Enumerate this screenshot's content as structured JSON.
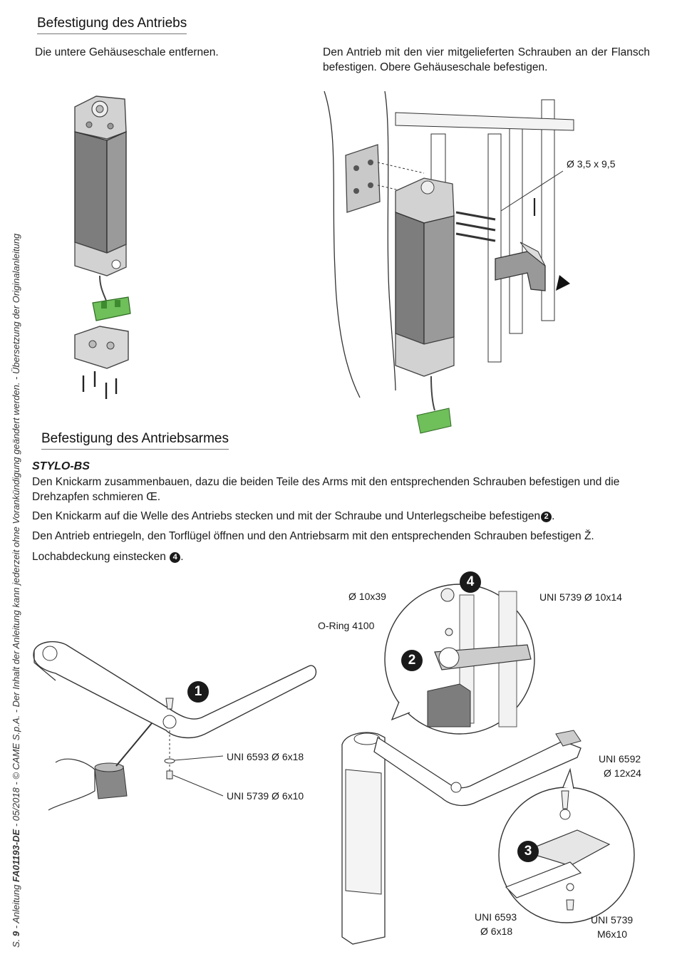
{
  "section1": {
    "title": "Befestigung des Antriebs",
    "left_text": "Die untere Gehäuseschale entfernen.",
    "right_text": "Den Antrieb mit den vier mitgelieferten Schrauben an der Flansch befestigen. Obere Gehäuseschale befestigen.",
    "screw_label": "Ø 3,5 x 9,5"
  },
  "section2": {
    "title": "Befestigung des Antriebsarmes",
    "model": "STYLO-BS",
    "para1": "Den Knickarm zusammenbauen, dazu die beiden Teile des Arms mit den entsprechenden Schrauben befestigen und die Drehzapfen schmieren Œ.",
    "para2": "Den Knickarm auf die Welle des Antriebs stecken und mit der Schraube und Unterlegscheibe befestigen",
    "para2_mark": "2",
    "para3": "Den Antrieb entriegeln, den Torflügel öffnen und den Antriebsarm mit den entsprechenden Schrauben befestigen Ž.",
    "para4": "Lochabdeckung einstecken",
    "para4_mark": "4",
    "period": "."
  },
  "labels": {
    "uni6593_6x18": "UNI 6593 Ø 6x18",
    "uni5739_6x10": "UNI 5739 Ø 6x10",
    "d10x39": "Ø 10x39",
    "uni5739_10x14": "UNI 5739 Ø 10x14",
    "oring": "O-Ring 4100",
    "uni6592_l1": "UNI 6592",
    "uni6592_l2": "Ø 12x24",
    "uni6593_l1": "UNI 6593",
    "uni6593_l2": "Ø 6x18",
    "uni5739_l1": "UNI 5739",
    "uni5739_l2": "M6x10"
  },
  "badges": {
    "b1": "1",
    "b2": "2",
    "b3": "3",
    "b4": "4"
  },
  "sidebar": {
    "prefix": "S. ",
    "page": "9",
    "sep1": " - Anleitung ",
    "code": "FA01193-DE",
    "rest": " - 05/2018 - © CAME S.p.A. - Der Inhalt der Anleitung kann jederzeit ohne Vorankündigung geändert werden. - Übersetzung der Originalanleitung"
  },
  "colors": {
    "motor_dark": "#8a8a8a",
    "housing": "#d2d2d2",
    "pcb": "#6fbf5a",
    "badge": "#1a1a1a"
  },
  "icons": [
    "motor-illustration",
    "gate-illustration",
    "arm-illustration",
    "oil-can-icon",
    "screw-icon",
    "pcb-icon"
  ]
}
